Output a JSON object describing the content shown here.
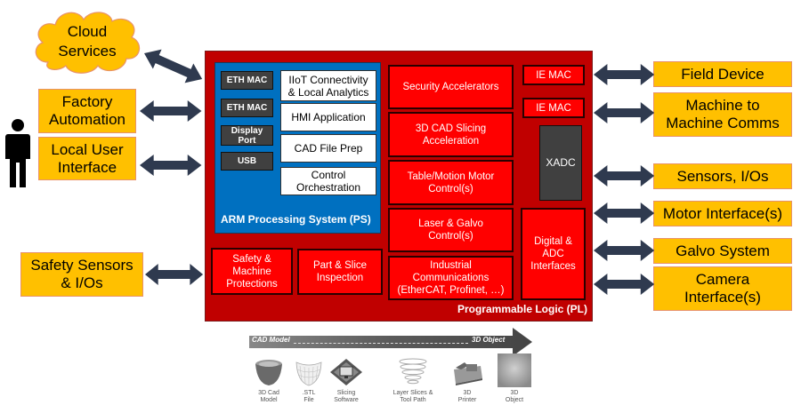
{
  "external_left": {
    "cloud": "Cloud\nServices",
    "factory_automation": "Factory\nAutomation",
    "local_user_interface": "Local User\nInterface",
    "safety_sensors": "Safety Sensors\n& I/Os"
  },
  "external_right": {
    "field_device": "Field Device",
    "m2m": "Machine to\nMachine Comms",
    "sensors": "Sensors, I/Os",
    "motor": "Motor Interface(s)",
    "galvo": "Galvo System",
    "camera": "Camera\nInterface(s)"
  },
  "ps": {
    "label": "ARM Processing System (PS)",
    "ports": [
      "ETH MAC",
      "ETH MAC",
      "Display\nPort",
      "USB"
    ],
    "apps": [
      "IIoT Connectivity\n& Local Analytics",
      "HMI Application",
      "CAD File Prep",
      "Control\nOrchestration"
    ]
  },
  "pl": {
    "label": "Programmable Logic (PL)",
    "center_blocks": [
      "Security Accelerators",
      "3D CAD Slicing\nAcceleration",
      "Table/Motion Motor\nControl(s)",
      "Laser & Galvo\nControl(s)",
      "Industrial\nCommunications\n(EtherCAT, Profinet, …)"
    ],
    "bottom_blocks": [
      "Safety &\nMachine\nProtections",
      "Part & Slice\nInspection"
    ],
    "ie_mac": [
      "IE MAC",
      "IE MAC"
    ],
    "xadc": "XADC",
    "digital_adc": "Digital &\nADC\nInterfaces"
  },
  "workflow": {
    "arrow_start": "CAD Model",
    "arrow_end": "3D Object",
    "steps": [
      {
        "caption": "3D Cad\nModel",
        "icon": "bowl-model-icon"
      },
      {
        "caption": ".STL\nFile",
        "icon": "mesh-bowl-icon"
      },
      {
        "caption": "Slicing\nSoftware",
        "icon": "slicing-software-icon"
      },
      {
        "caption": "Layer Slices &\nTool Path",
        "icon": "layer-slices-icon"
      },
      {
        "caption": "3D\nPrinter",
        "icon": "printer-icon"
      },
      {
        "caption": "3D\nObject",
        "icon": "object-icon"
      }
    ]
  },
  "colors": {
    "external": "#ffc000",
    "pl": "#c00000",
    "ps": "#0070c0",
    "block": "#ff0000",
    "dark_block": "#404040",
    "arrow": "#2f3a4f"
  }
}
